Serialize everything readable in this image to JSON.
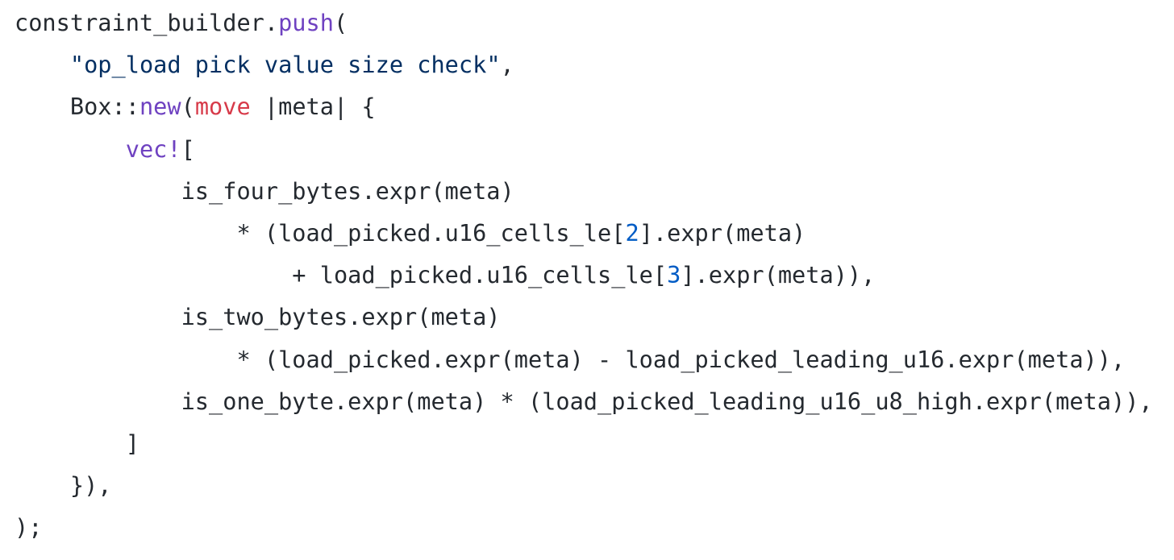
{
  "colors": {
    "plain": "#24292f",
    "fn": "#6f42c1",
    "kw": "#d73a49",
    "str": "#032f62",
    "num": "#005cc5"
  },
  "code_lines": [
    [
      [
        "constraint_builder.",
        "plain"
      ],
      [
        "push",
        "fn"
      ],
      [
        "(",
        "plain"
      ]
    ],
    [
      [
        "    ",
        "plain"
      ],
      [
        "\"op_load pick value size check\"",
        "str"
      ],
      [
        ",",
        "plain"
      ]
    ],
    [
      [
        "    Box::",
        "plain"
      ],
      [
        "new",
        "fn"
      ],
      [
        "(",
        "plain"
      ],
      [
        "move",
        "kw"
      ],
      [
        " |meta| {",
        "plain"
      ]
    ],
    [
      [
        "        ",
        "plain"
      ],
      [
        "vec!",
        "fn"
      ],
      [
        "[",
        "plain"
      ]
    ],
    [
      [
        "            is_four_bytes.expr(meta)",
        "plain"
      ]
    ],
    [
      [
        "                * (load_picked.u16_cells_le[",
        "plain"
      ],
      [
        "2",
        "num"
      ],
      [
        "].expr(meta)",
        "plain"
      ]
    ],
    [
      [
        "                    + load_picked.u16_cells_le[",
        "plain"
      ],
      [
        "3",
        "num"
      ],
      [
        "].expr(meta)),",
        "plain"
      ]
    ],
    [
      [
        "            is_two_bytes.expr(meta)",
        "plain"
      ]
    ],
    [
      [
        "                * (load_picked.expr(meta) - load_picked_leading_u16.expr(meta)),",
        "plain"
      ]
    ],
    [
      [
        "            is_one_byte.expr(meta) * (load_picked_leading_u16_u8_high.expr(meta)),",
        "plain"
      ]
    ],
    [
      [
        "        ]",
        "plain"
      ]
    ],
    [
      [
        "    }),",
        "plain"
      ]
    ],
    [
      [
        ");",
        "plain"
      ]
    ]
  ]
}
